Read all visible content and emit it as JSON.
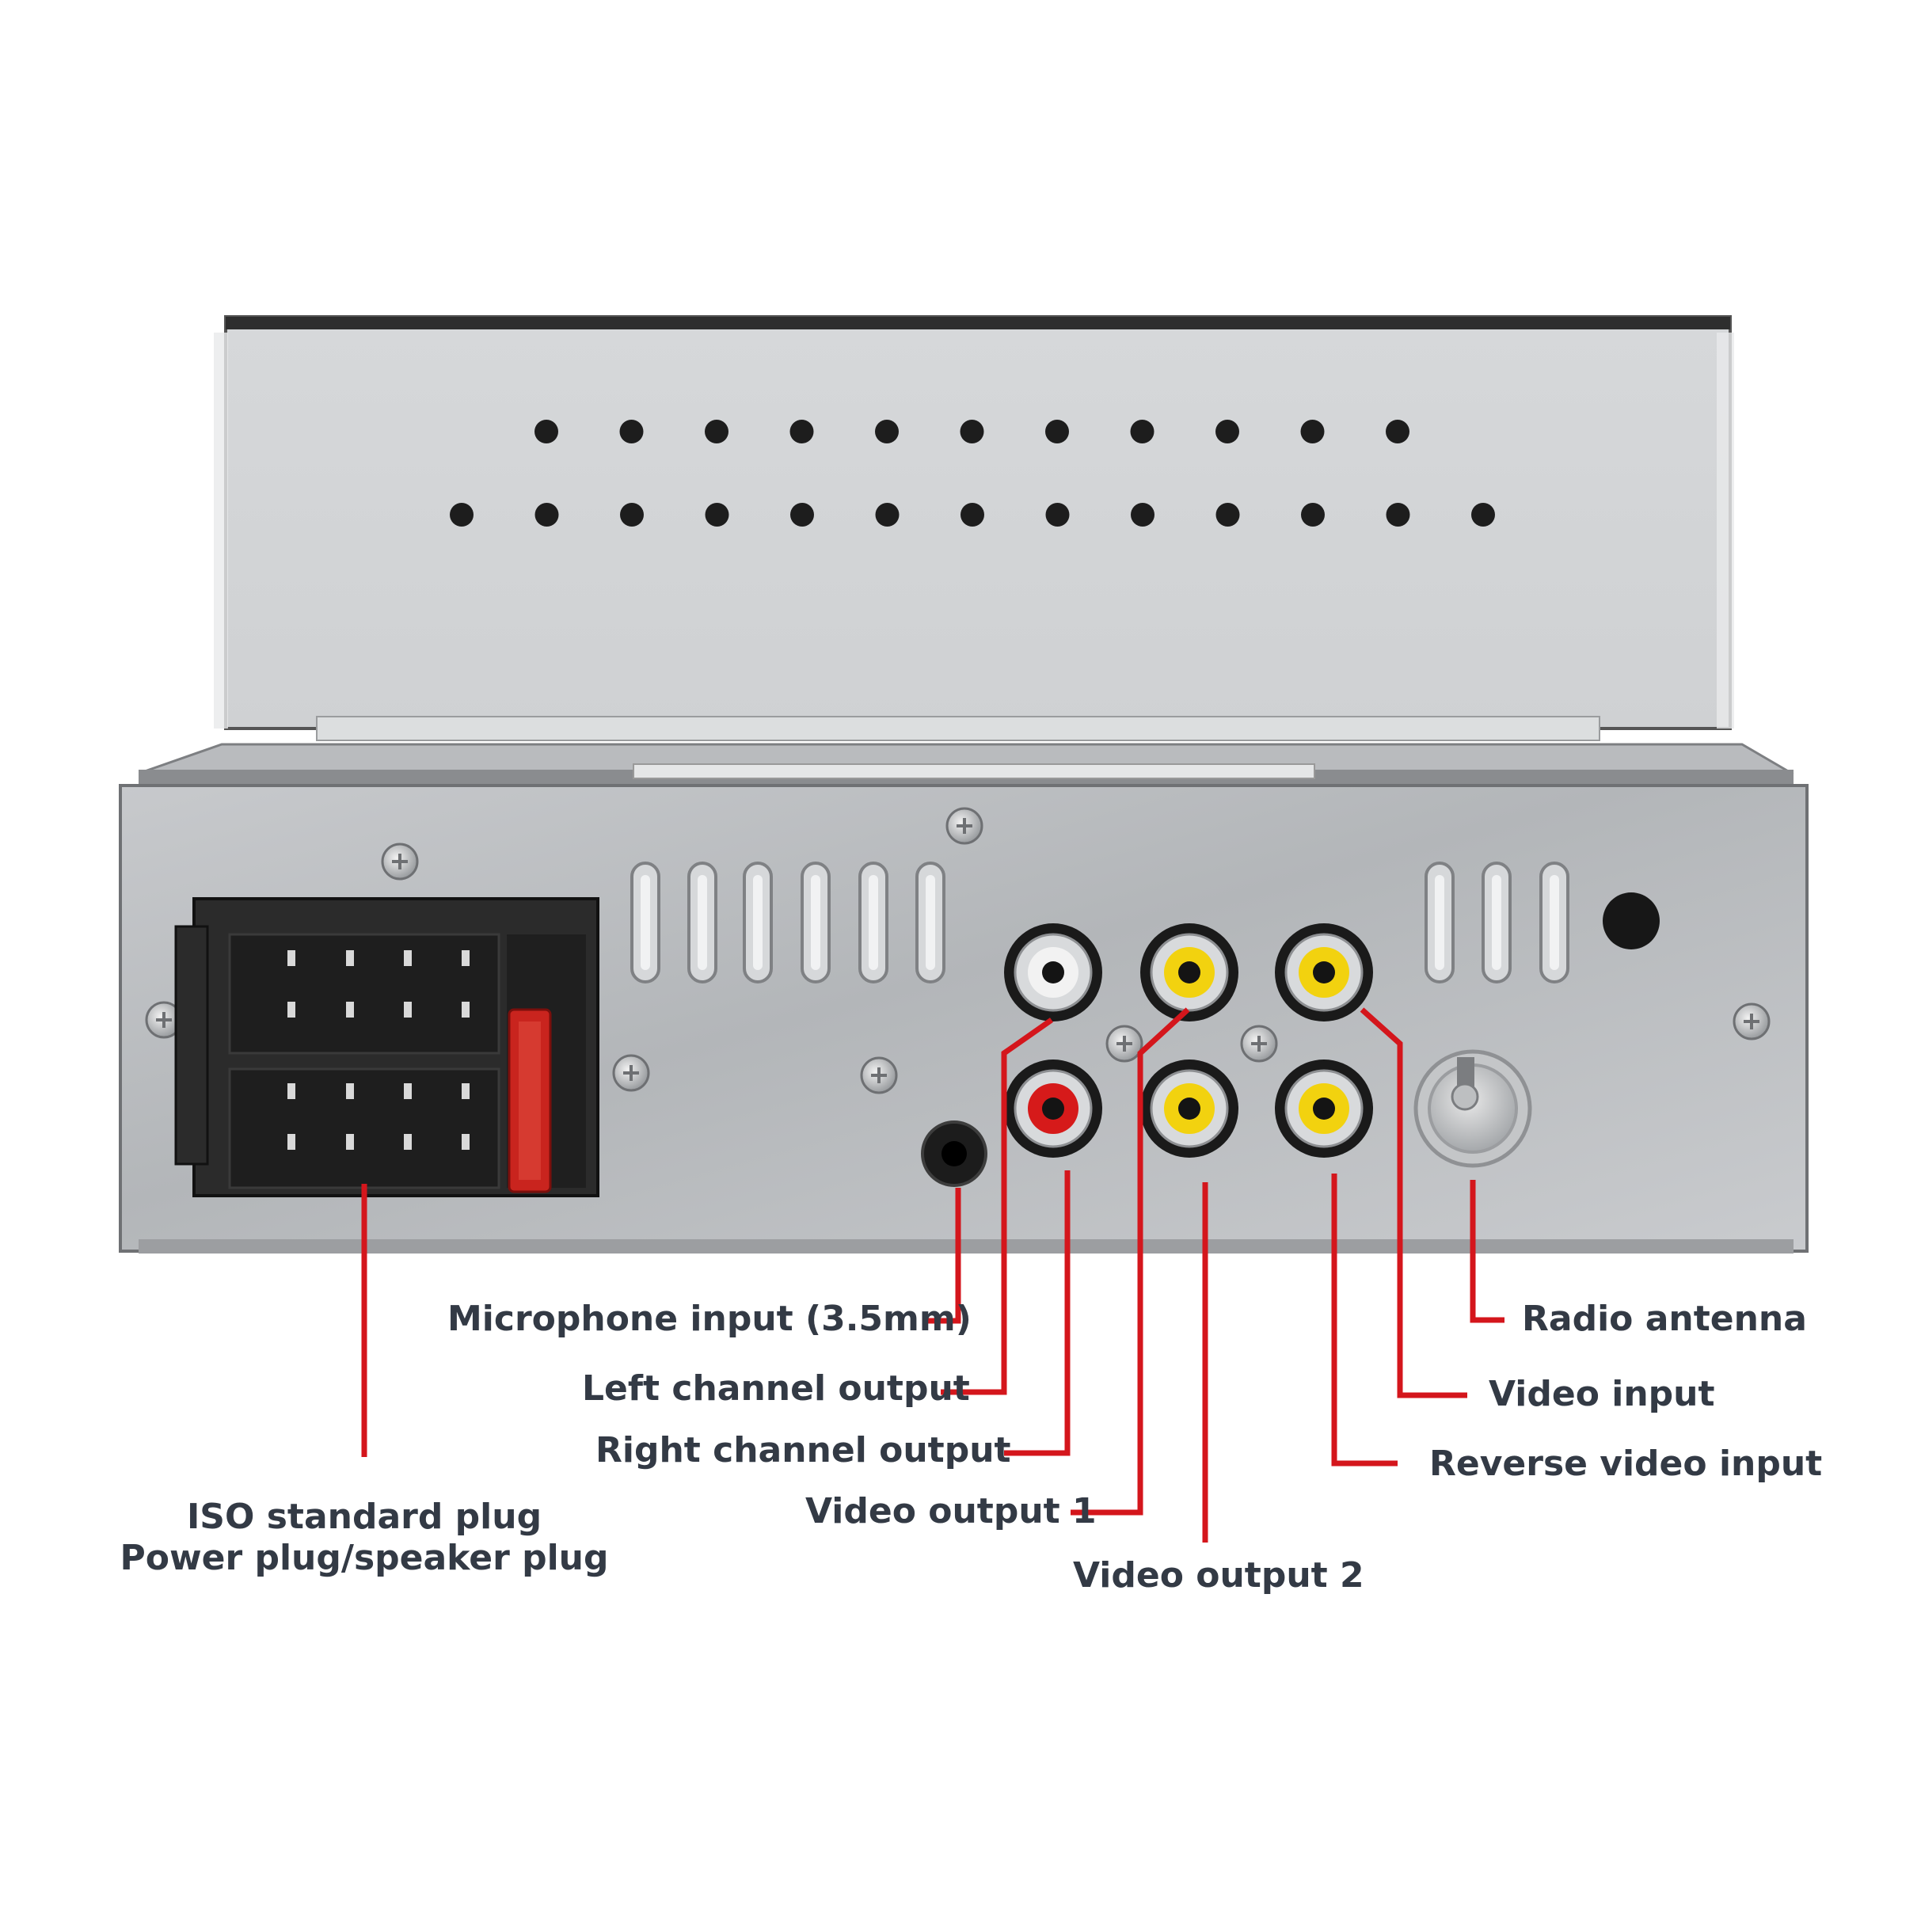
{
  "callouts": {
    "microphone": "Microphone input (3.5mm)",
    "left_channel": "Left channel output",
    "right_channel": "Right channel output",
    "video_output_1": "Video output 1",
    "video_output_2": "Video output 2",
    "radio_antenna": "Radio antenna",
    "video_input": "Video input",
    "reverse_video": "Reverse video input",
    "iso_plug_line1": "ISO standard plug",
    "iso_plug_line2": "Power plug/speaker plug"
  },
  "colors": {
    "leader_line": "#d4161c",
    "label_text": "#333a45",
    "rca_white": "#f2f2f2",
    "rca_red": "#d61a1a",
    "rca_yellow": "#f2d20f",
    "chassis": "#b9bcbf"
  }
}
